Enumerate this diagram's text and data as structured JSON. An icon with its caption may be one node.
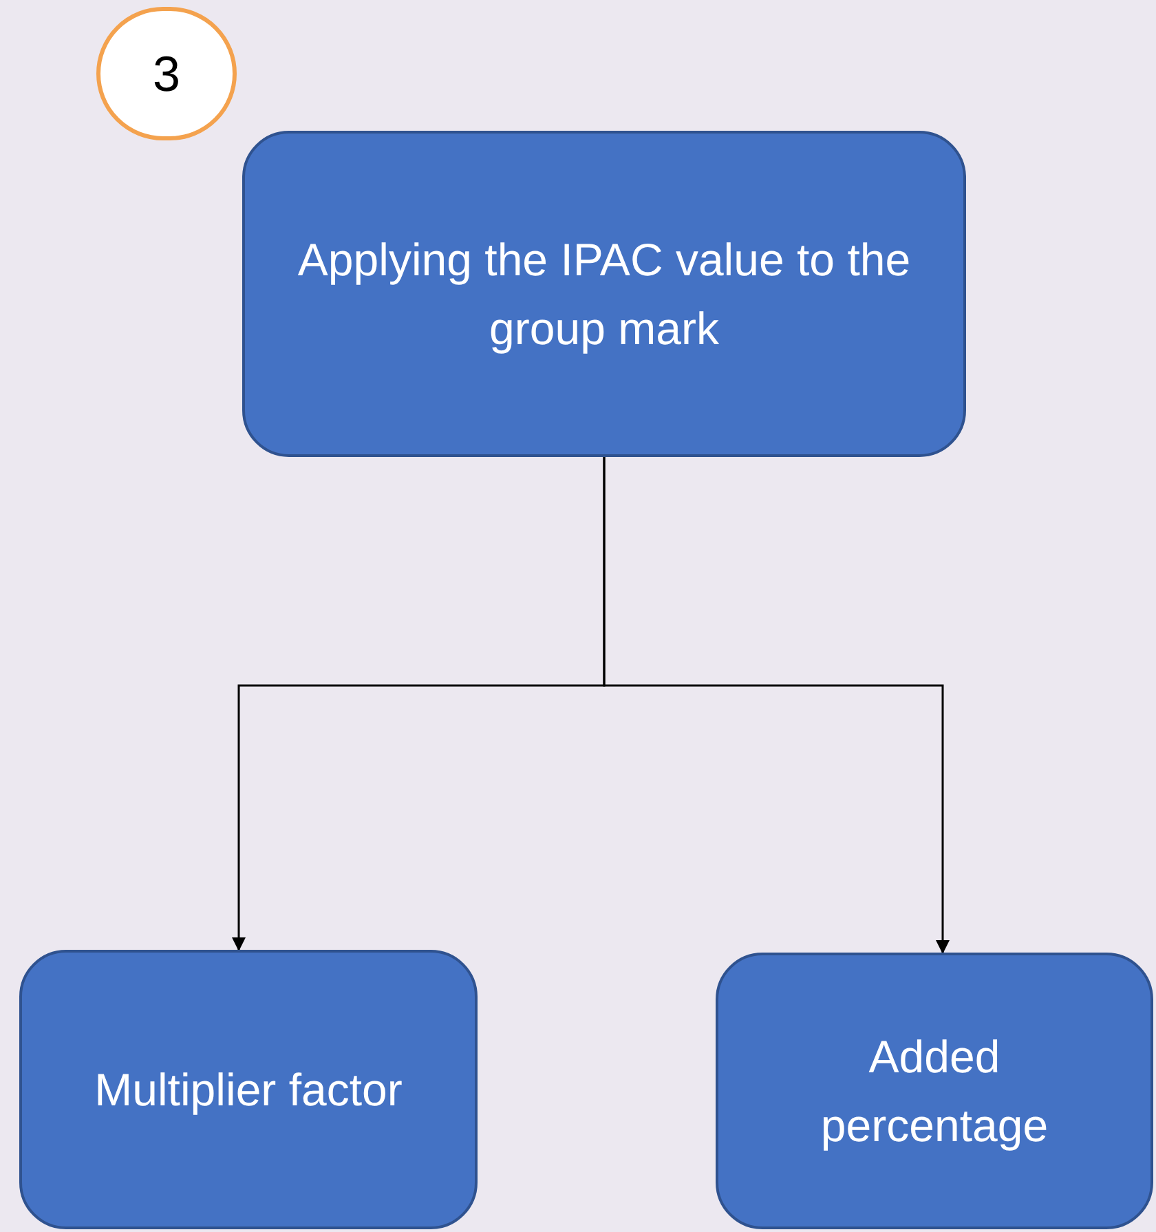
{
  "diagram": {
    "nodes": [
      {
        "text": [
          "3"
        ]
      },
      {
        "text": [
          "Applying the IPAC value to the group mark"
        ]
      },
      {
        "text": [
          "Multiplier factor"
        ]
      },
      {
        "text": [
          "Added percentage"
        ]
      }
    ],
    "edges": [
      {
        "from": 1,
        "to": 2,
        "arrow": "to"
      },
      {
        "from": 1,
        "to": 3,
        "arrow": "to"
      }
    ]
  }
}
